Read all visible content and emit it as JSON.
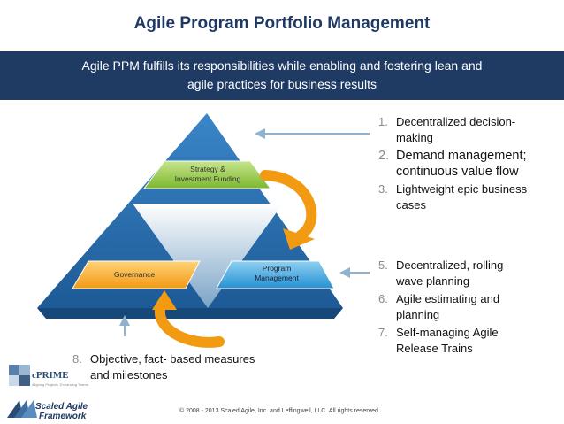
{
  "title": "Agile Program Portfolio Management",
  "banner": {
    "line1": "Agile PPM fulfills its responsibilities while enabling and fostering lean and",
    "line2": "agile practices for business results"
  },
  "diagram": {
    "top_label_line1": "Strategy &",
    "top_label_line2": "Investment Funding",
    "left_label": "Governance",
    "right_label_line1": "Program",
    "right_label_line2": "Management"
  },
  "list_top": [
    {
      "num": "1.",
      "text": "Decentralized decision-making",
      "l1": "Decentralized decision-",
      "l2": "making"
    },
    {
      "num": "2.",
      "text": "Demand management; continuous value flow",
      "l1": "Demand management;",
      "l2": "continuous value flow"
    },
    {
      "num": "3.",
      "text": "Lightweight epic business cases",
      "l1": "Lightweight epic business",
      "l2": "cases"
    }
  ],
  "list_mid": [
    {
      "num": "5.",
      "l1": "Decentralized, rolling-",
      "l2": "wave planning"
    },
    {
      "num": "6.",
      "l1": "Agile estimating and",
      "l2": "planning"
    },
    {
      "num": "7.",
      "l1": "Self-managing Agile",
      "l2": "Release Trains"
    }
  ],
  "list_bottom": [
    {
      "num": "8.",
      "l1": "Objective, fact- based measures",
      "l2": "and milestones"
    }
  ],
  "logos": {
    "cprime": "cPRIME",
    "cprime_tag": "Aligning Projects. Enhancing Teams.",
    "saf_line1": "Scaled Agile",
    "saf_line2": "Framework"
  },
  "footer": "© 2008 - 2013 Scaled Agile, Inc. and Leffingwell, LLC. All rights reserved.",
  "colors": {
    "title": "#1f3864",
    "banner": "#1f3b63",
    "pyramid_blue": "#2d6fb0",
    "band_green": "#8cc63f",
    "band_orange": "#f5a623",
    "band_cyan": "#3aa0dc",
    "arrow": "#8fb3cf"
  }
}
